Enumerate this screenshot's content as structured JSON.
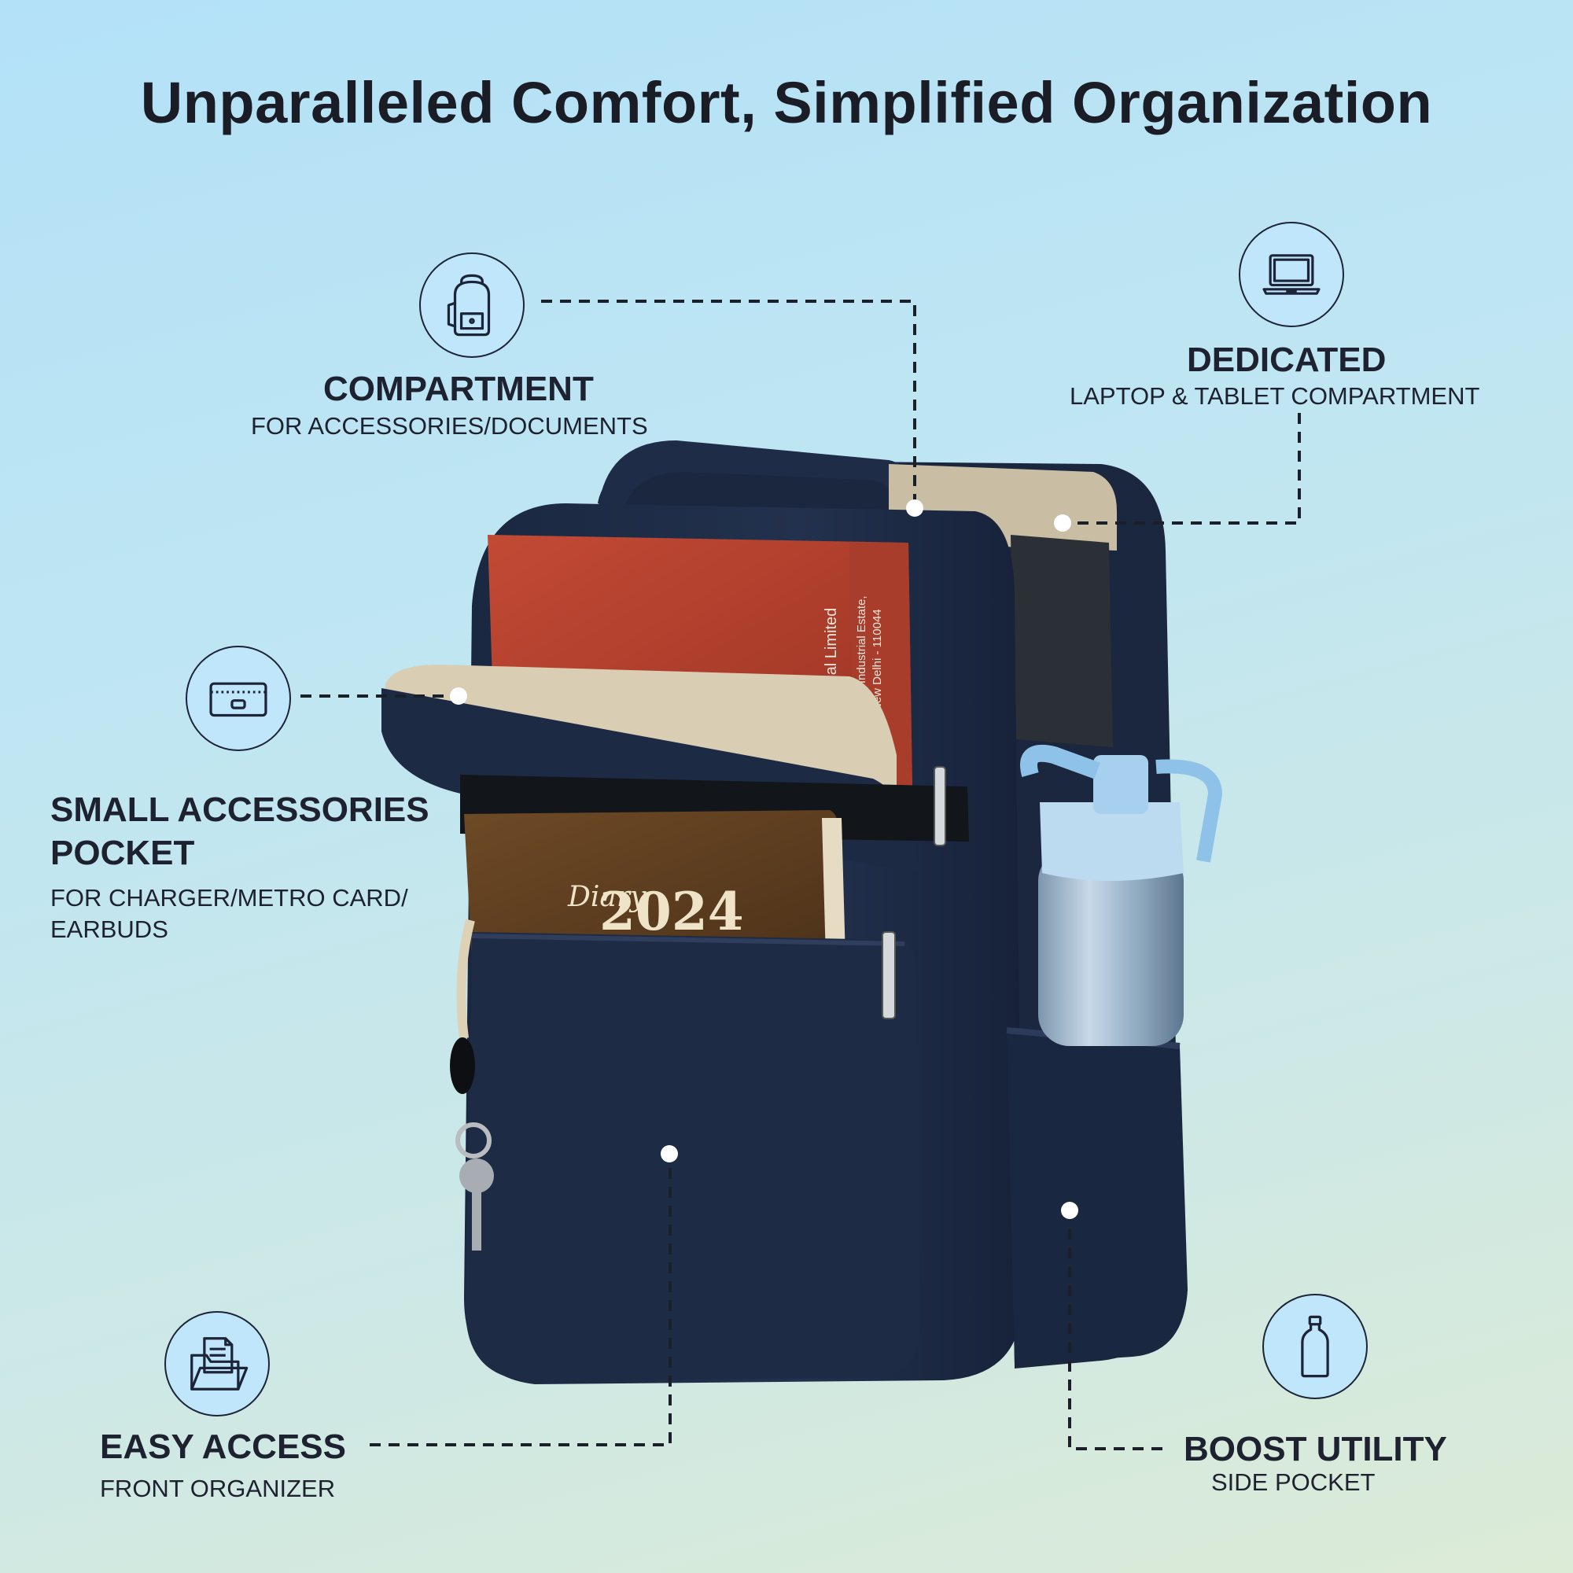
{
  "title": "Unparalleled Comfort, Simplified Organization",
  "features": {
    "compartment": {
      "title": "COMPARTMENT",
      "sub": "FOR ACCESSORIES/DOCUMENTS",
      "icon": "backpack-icon"
    },
    "dedicated": {
      "title": "DEDICATED",
      "sub": "LAPTOP & TABLET COMPARTMENT",
      "icon": "laptop-icon"
    },
    "small_pocket": {
      "title_line1": "SMALL ACCESSORIES",
      "title_line2": "POCKET",
      "sub_line1": "FOR CHARGER/METRO CARD/",
      "sub_line2": "EARBUDS",
      "icon": "wallet-icon"
    },
    "easy_access": {
      "title": "EASY ACCESS",
      "sub": "FRONT ORGANIZER",
      "icon": "folder-icon"
    },
    "boost_utility": {
      "title": "BOOST UTILITY",
      "sub": "SIDE POCKET",
      "icon": "bottle-icon"
    }
  },
  "product_text": {
    "diary_script": "Diary",
    "diary_year": "2024",
    "book_spine": "ional Limited",
    "book_addr1": "ative Industrial Estate,",
    "book_addr2": "New Delhi - 110044"
  },
  "colors": {
    "navy": "#1e2b43",
    "beige": "#d9cdb3",
    "icon_bg": "#bfe6fb"
  }
}
